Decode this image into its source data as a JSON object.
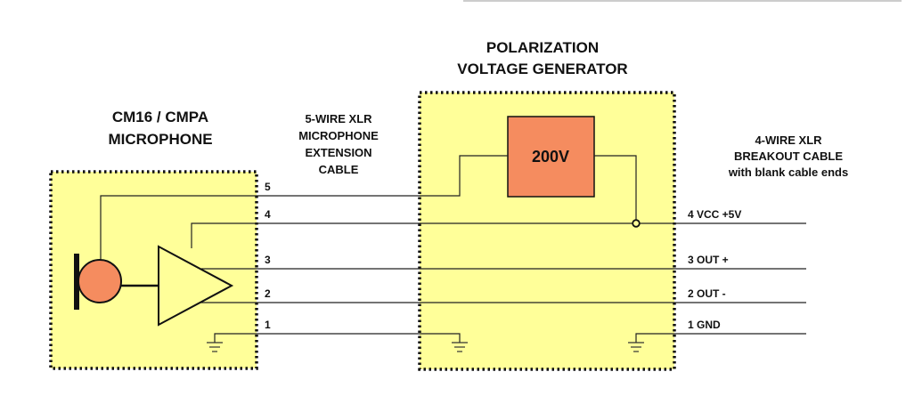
{
  "colors": {
    "box_fill": "#ffff99",
    "component_fill": "#f58c5f",
    "line": "#222222",
    "text": "#111111"
  },
  "microphone": {
    "title_line1": "CM16 / CMPA",
    "title_line2": "MICROPHONE"
  },
  "extension_cable": {
    "line1": "5-WIRE XLR",
    "line2": "MICROPHONE",
    "line3": "EXTENSION",
    "line4": "CABLE"
  },
  "generator": {
    "title_line1": "POLARIZATION",
    "title_line2": "VOLTAGE GENERATOR",
    "source_label": "200V"
  },
  "breakout_cable": {
    "line1": "4-WIRE XLR",
    "line2": "BREAKOUT CABLE",
    "line3": "with blank cable ends"
  },
  "mic_pins": [
    "5",
    "4",
    "3",
    "2",
    "1"
  ],
  "outputs": [
    "4 VCC +5V",
    "3 OUT +",
    "2 OUT -",
    "1 GND"
  ],
  "icons": [
    "microphone-capsule-icon",
    "amplifier-triangle-icon",
    "ground-symbol-icon",
    "junction-dot-icon"
  ]
}
